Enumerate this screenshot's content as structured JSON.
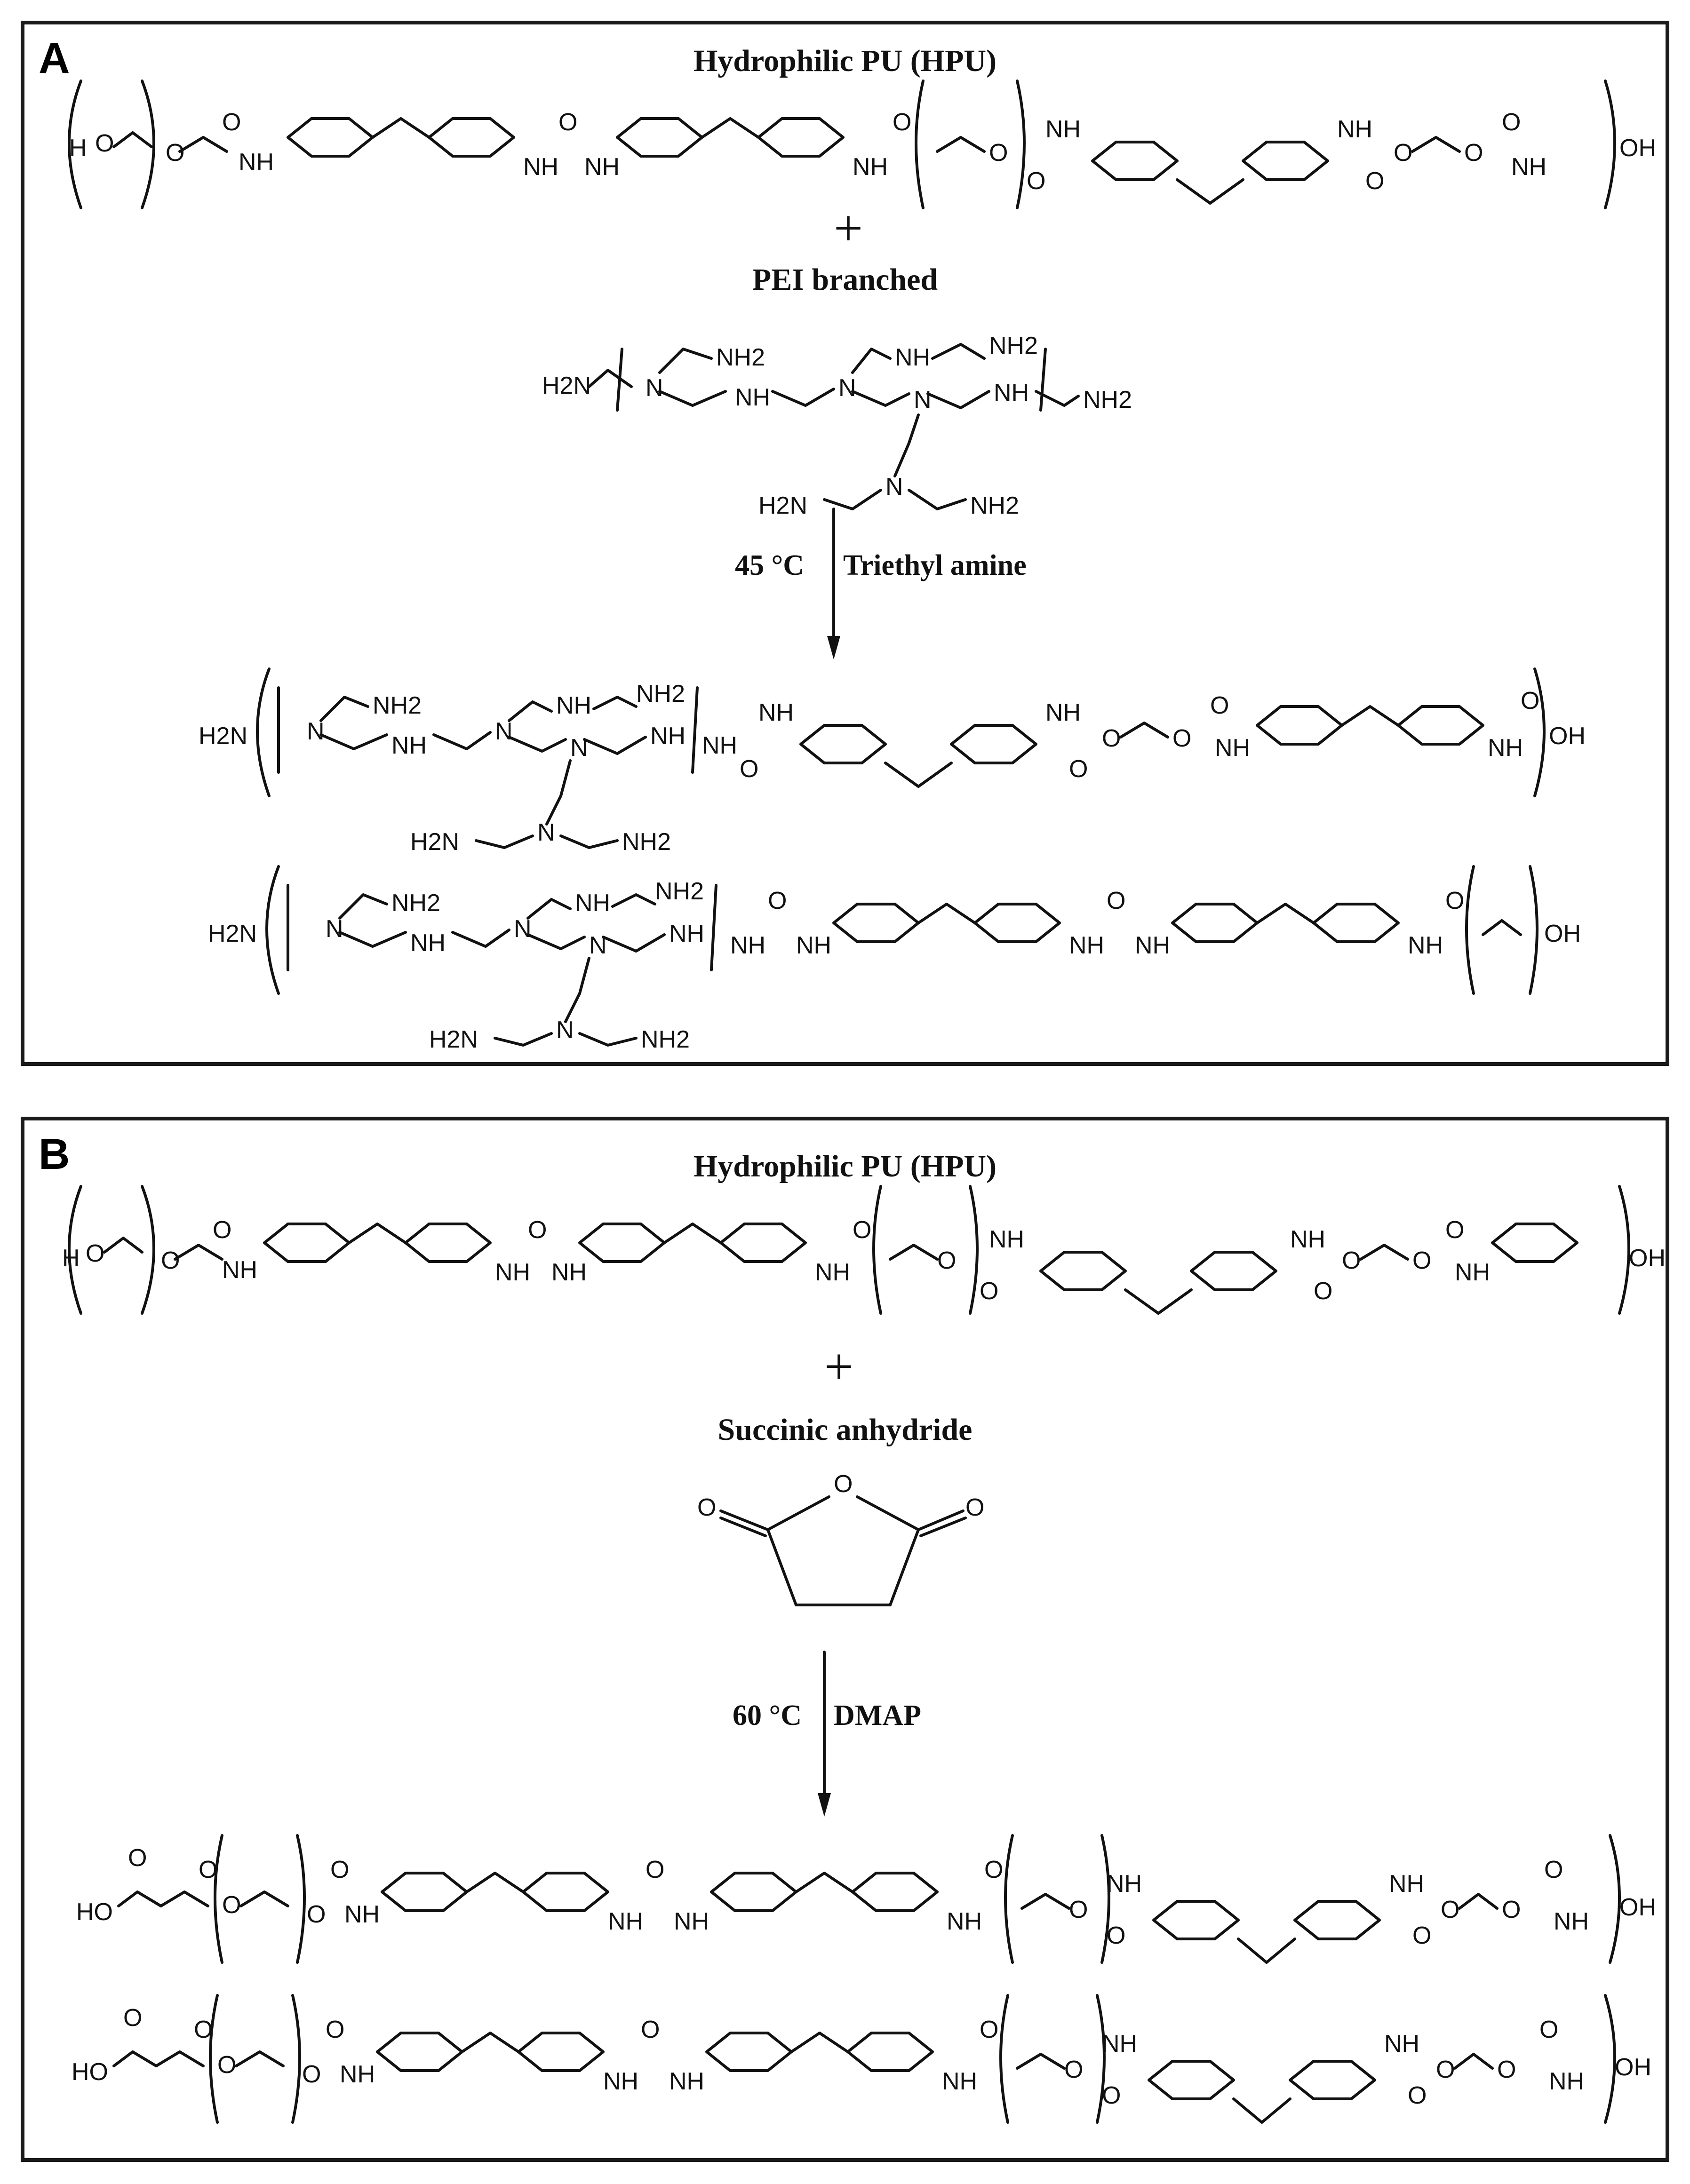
{
  "panel_a": {
    "letter": "A",
    "reactant_title": "Hydrophilic PU (HPU)",
    "plus": "+",
    "reagent_title": "PEI branched",
    "condition_temp": "45 °C",
    "condition_reagent": "Triethyl amine"
  },
  "panel_b": {
    "letter": "B",
    "reactant_title": "Hydrophilic PU (HPU)",
    "plus": "+",
    "reagent_title": "Succinic anhydride",
    "condition_temp": "60 °C",
    "condition_reagent": "DMAP"
  },
  "atom_labels": {
    "h": "H",
    "o": "O",
    "oh": "OH",
    "ho": "HO",
    "nh": "NH",
    "n": "N",
    "nh2": "NH2",
    "h2n": "H2N"
  }
}
